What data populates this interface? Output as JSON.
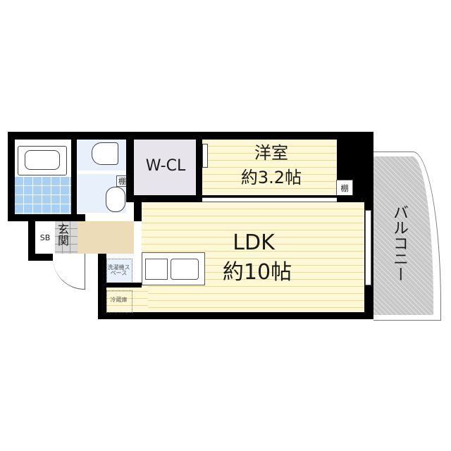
{
  "floor_plan": {
    "rooms": {
      "western_room": {
        "name": "洋室",
        "size": "約3.2帖"
      },
      "ldk": {
        "name": "LDK",
        "size": "約10帖"
      },
      "walk_in_closet": {
        "name": "W-CL"
      },
      "balcony": {
        "name": "バルコニー"
      },
      "entrance": {
        "name": "玄関"
      },
      "shoe_box": {
        "name": "SB"
      },
      "washer_space": {
        "name": "洗濯機スペース"
      },
      "fridge": {
        "name": "冷蔵庫"
      }
    },
    "shelf_labels": {
      "western_room_shelf": "棚",
      "washroom_shelf": "棚"
    },
    "colors": {
      "wall": "#000000",
      "flooring": "#fdf9d8",
      "flooring_line": "#f3d98a",
      "bath_tile": "#a8cff5",
      "wet_area": "#e8f1fb",
      "closet": "#e8e4ec",
      "entrance_floor": "#d8d8d8",
      "hall": "#ecdcb8",
      "balcony": "#c8c8c8"
    }
  }
}
